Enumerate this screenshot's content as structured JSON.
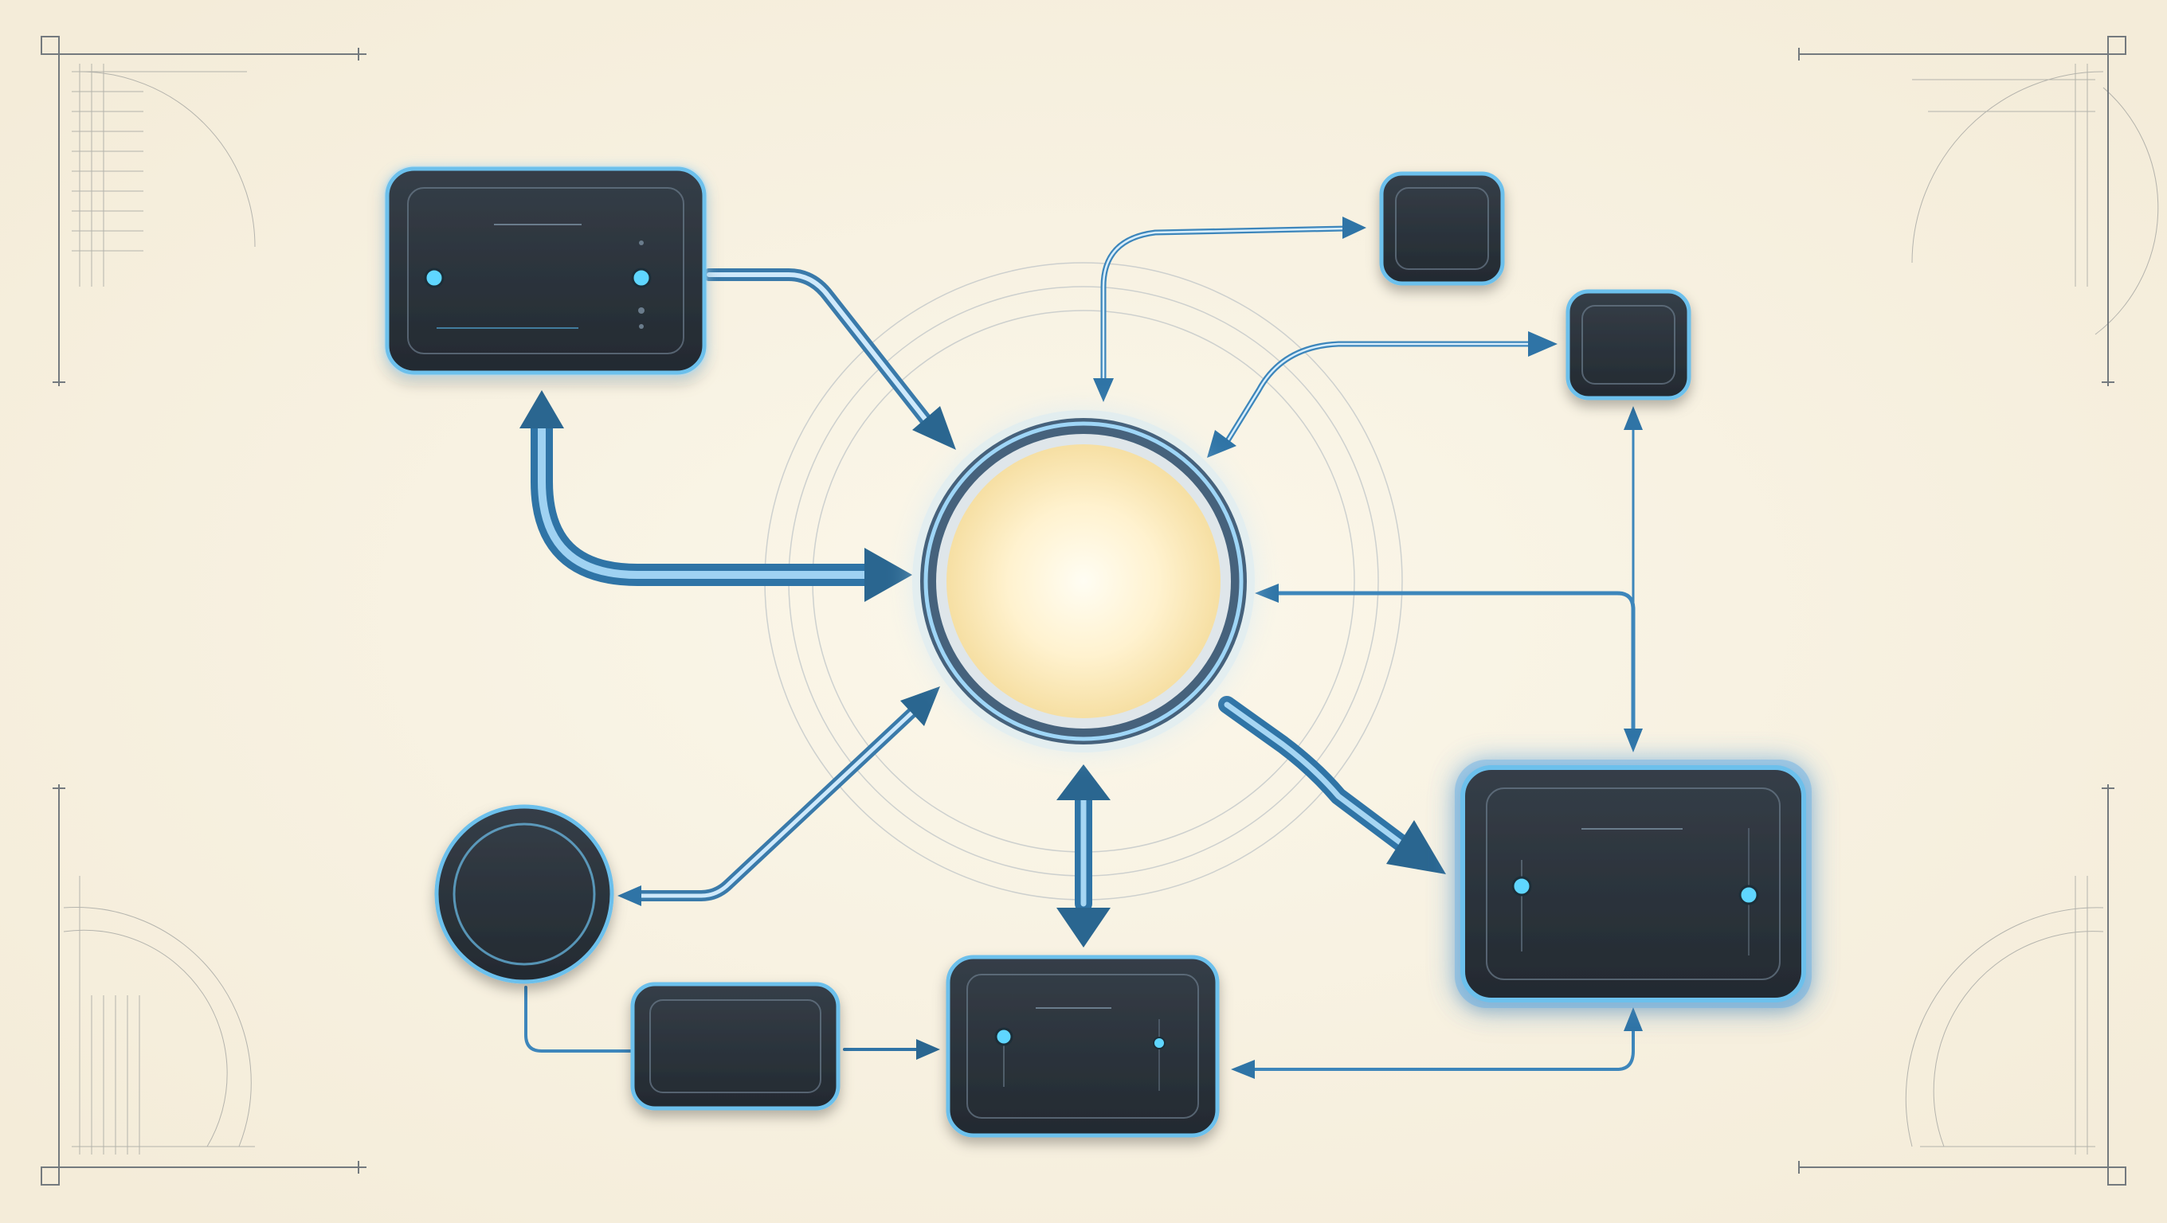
{
  "colors": {
    "background": "#f7f1e2",
    "node_fill": "#2b333c",
    "node_border": "#5fb0e0",
    "node_glow": "#8fd0f6",
    "hub_fill": "#fff6d8",
    "hub_ring": "#46627c",
    "arrow_primary": "#3f86b8",
    "arrow_dark": "#2a6690",
    "port_dot": "#5ed6ff",
    "blueprint_line": "#4a5460"
  },
  "diagram": {
    "hub": {
      "name": "central-hub-node",
      "shape": "circle",
      "glow": true
    },
    "nodes": [
      {
        "name": "node-top-left-panel",
        "shape": "panel",
        "ports": true
      },
      {
        "name": "node-top-right-small",
        "shape": "square"
      },
      {
        "name": "node-right-small",
        "shape": "square"
      },
      {
        "name": "node-bottom-right-panel",
        "shape": "panel",
        "ports": true,
        "highlighted": true
      },
      {
        "name": "node-bottom-center-panel",
        "shape": "panel",
        "ports": true
      },
      {
        "name": "node-bottom-left-bar",
        "shape": "bar"
      },
      {
        "name": "node-left-circle",
        "shape": "circle"
      }
    ],
    "connections": [
      {
        "name": "arrow-top-left-to-hub",
        "from": "node-top-left-panel",
        "to": "central-hub-node"
      },
      {
        "name": "arrow-top-left-loop-to-hub",
        "from": "node-top-left-panel",
        "to": "central-hub-node",
        "bidirectional": true
      },
      {
        "name": "arrow-hub-to-top-right-small",
        "from": "central-hub-node",
        "to": "node-top-right-small",
        "bidirectional": true
      },
      {
        "name": "arrow-hub-to-right-small",
        "from": "central-hub-node",
        "to": "node-right-small",
        "bidirectional": true
      },
      {
        "name": "arrow-right-bus-to-hub",
        "from": "node-bottom-right-panel",
        "to": "central-hub-node",
        "bidirectional": true
      },
      {
        "name": "arrow-hub-to-bottom-right",
        "from": "central-hub-node",
        "to": "node-bottom-right-panel"
      },
      {
        "name": "arrow-hub-to-bottom-center",
        "from": "central-hub-node",
        "to": "node-bottom-center-panel",
        "bidirectional": true
      },
      {
        "name": "arrow-left-circle-to-hub",
        "from": "node-left-circle",
        "to": "central-hub-node",
        "bidirectional": true
      },
      {
        "name": "arrow-circle-to-bar",
        "from": "node-left-circle",
        "to": "node-bottom-left-bar"
      },
      {
        "name": "arrow-bar-to-bottom-center",
        "from": "node-bottom-left-bar",
        "to": "node-bottom-center-panel"
      },
      {
        "name": "arrow-bottom-center-to-bottom-right",
        "from": "node-bottom-center-panel",
        "to": "node-bottom-right-panel",
        "bidirectional": true
      }
    ]
  }
}
